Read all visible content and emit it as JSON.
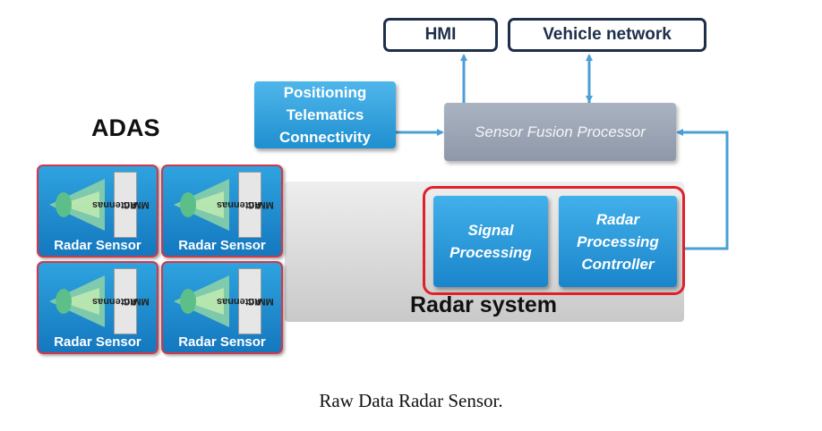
{
  "diagram": {
    "top_boxes": {
      "hmi": "HMI",
      "vehicle_network": "Vehicle network"
    },
    "positioning_lines": [
      "Positioning",
      "Telematics",
      "Connectivity"
    ],
    "sensor_fusion": "Sensor Fusion Processor",
    "adas_label": "ADAS",
    "sensors": [
      {
        "label": "Radar Sensor",
        "chip": [
          "Antennas",
          "MMIC"
        ]
      },
      {
        "label": "Radar Sensor",
        "chip": [
          "Antennas",
          "MMIC"
        ]
      },
      {
        "label": "Radar Sensor",
        "chip": [
          "Antennas",
          "MMIC"
        ]
      },
      {
        "label": "Radar Sensor",
        "chip": [
          "Antennas",
          "MMIC"
        ]
      }
    ],
    "signal_processing_lines": [
      "Signal",
      "Processing"
    ],
    "radar_controller_lines": [
      "Radar",
      "Processing",
      "Controller"
    ],
    "radar_system_label": "Radar system",
    "colors": {
      "arrow": "#4a9fd6",
      "box_border": "#1e2f4a",
      "highlight_border": "#e0202a",
      "sensor_blue": "#1f8fd0"
    }
  },
  "caption": "Raw Data Radar Sensor."
}
